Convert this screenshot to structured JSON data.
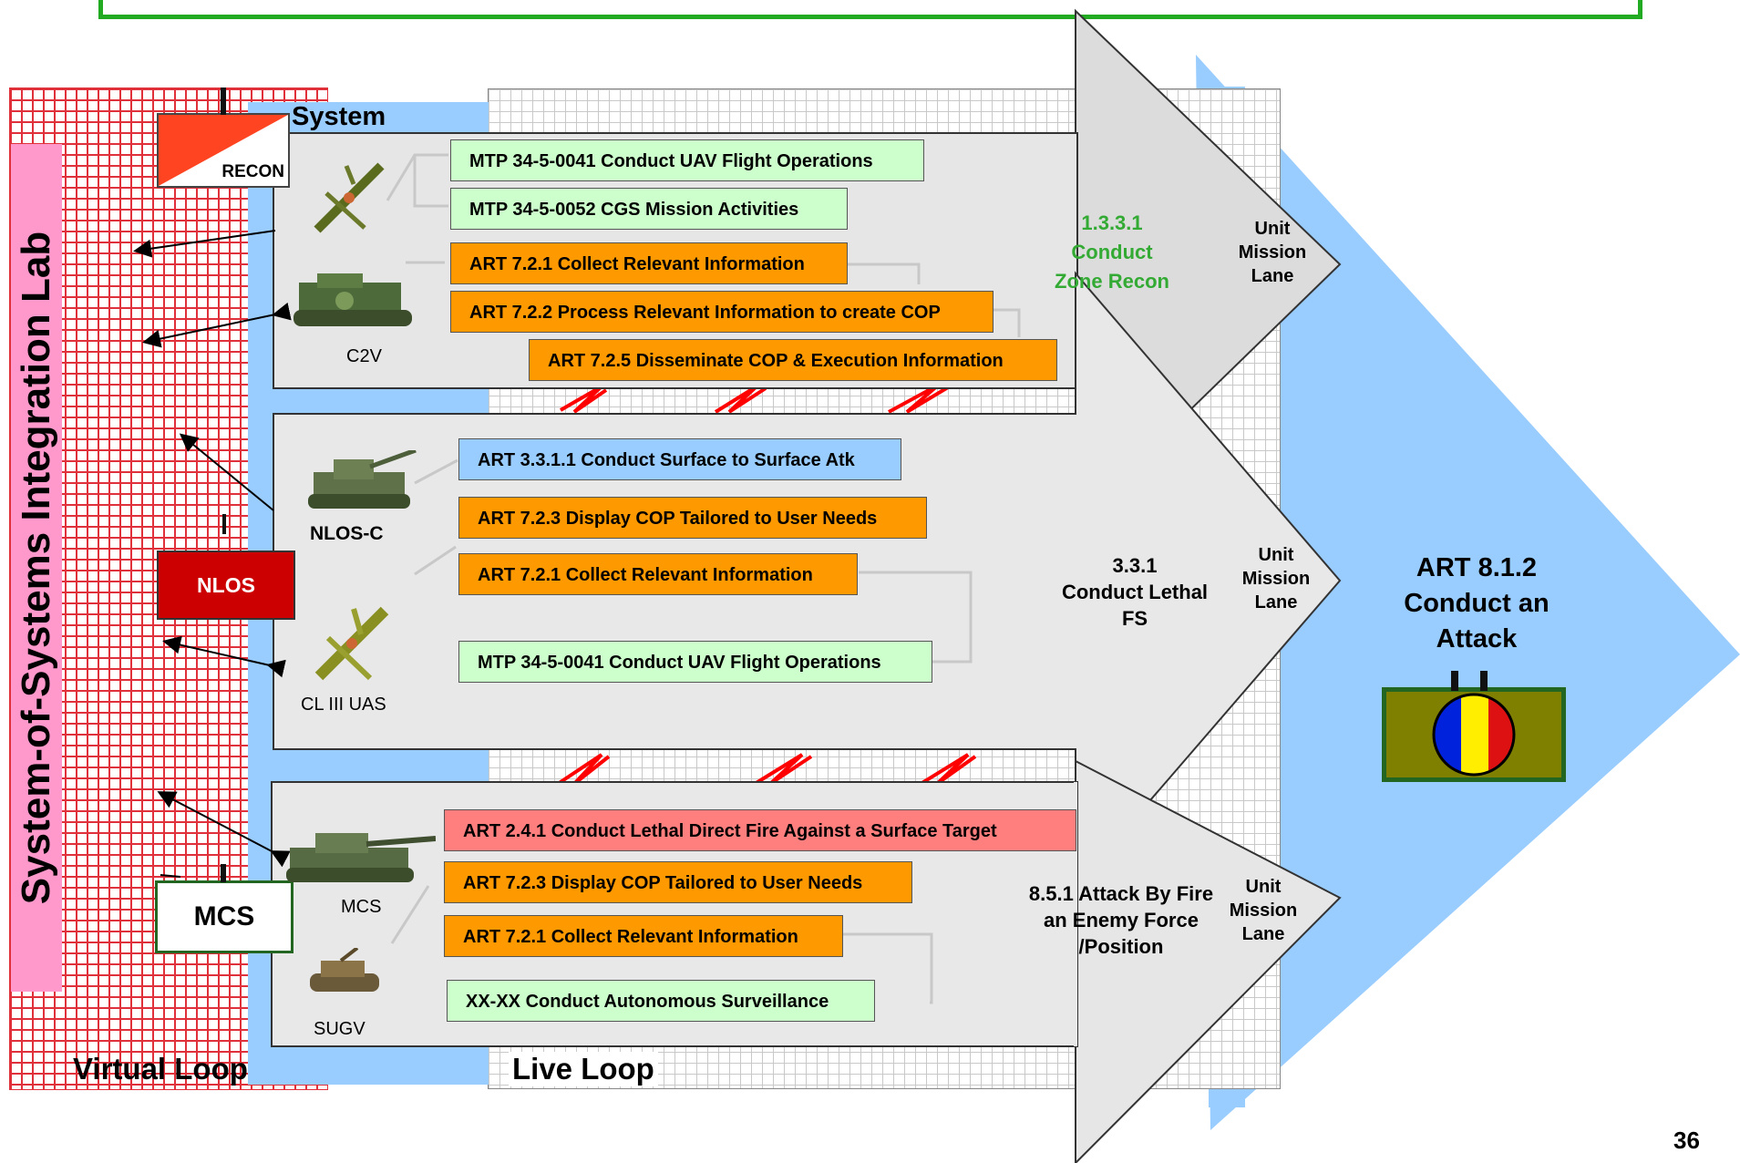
{
  "colors": {
    "lab_grid": "#e0303a",
    "lab_band": "#ff99cc",
    "system_blue": "#99ccff",
    "arrow_gray": "#e6e6e6",
    "task_orange": "#ff9900",
    "task_green": "#ccffcc",
    "task_blue": "#99ccff",
    "task_red": "#ff7f7f",
    "green_text": "#33aa33"
  },
  "lab": {
    "title": "System-of-Systems Integration Lab",
    "virtual_loop": "Virtual Loop"
  },
  "live_loop": "Live Loop",
  "system_label": "System",
  "units": {
    "recon": "RECON",
    "nlos": "NLOS",
    "mcs": "MCS"
  },
  "platforms": {
    "c2v": "C2V",
    "nlos_c": "NLOS-C",
    "cl3_uas": "CL III UAS",
    "mcs": "MCS",
    "sugv": "SUGV"
  },
  "group1_tasks": [
    "MTP 34-5-0041 Conduct UAV Flight Operations",
    "MTP 34-5-0052 CGS Mission Activities",
    "ART 7.2.1 Collect Relevant Information",
    "ART 7.2.2 Process Relevant Information to create COP",
    "ART 7.2.5 Disseminate COP & Execution Information"
  ],
  "group2_tasks": [
    "ART 3.3.1.1 Conduct Surface to Surface Atk",
    "ART 7.2.3 Display COP Tailored to User Needs",
    "ART 7.2.1 Collect Relevant Information",
    "MTP 34-5-0041 Conduct UAV Flight Operations"
  ],
  "group3_tasks": [
    "ART 2.4.1 Conduct Lethal Direct Fire Against a Surface Target",
    "ART 7.2.3 Display COP Tailored to User Needs",
    "ART 7.2.1 Collect Relevant Information",
    "XX-XX Conduct Autonomous Surveillance"
  ],
  "arrows": {
    "top_label_1": "1.3.3.1",
    "top_label_2": "Conduct",
    "top_label_3": "Zone Recon",
    "mid_label": "3.3.1\nConduct Lethal\nFS",
    "bottom_label": "8.5.1 Attack By Fire\nan Enemy Force\n/Position",
    "lane_label": "Unit\nMission\nLane"
  },
  "objective": {
    "label": "ART 8.1.2\nConduct an\nAttack"
  },
  "page_number": "36"
}
